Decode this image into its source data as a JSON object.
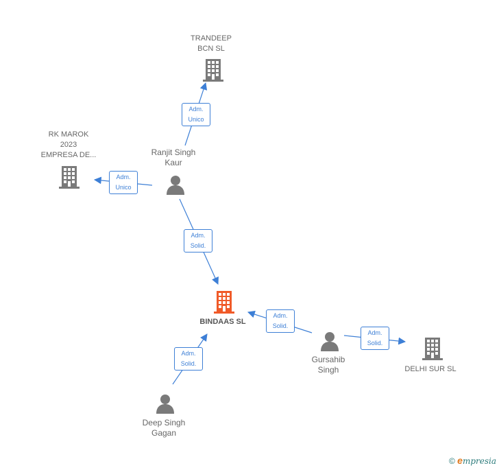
{
  "colors": {
    "edge": "#3d7fd6",
    "company": "#7a7a7a",
    "company_main": "#f05a28",
    "person": "#7a7a7a",
    "text": "#666666"
  },
  "nodes": {
    "trandeep": {
      "label": "TRANDEEP\nBCN  SL",
      "kind": "company",
      "icon": "building-icon"
    },
    "rkmarok": {
      "label": "RK MAROK\n2023\nEMPRESA DE...",
      "kind": "company",
      "icon": "building-icon"
    },
    "ranjit": {
      "label": "Ranjit Singh\nKaur",
      "kind": "person",
      "icon": "person-icon"
    },
    "bindaas": {
      "label": "BINDAAS  SL",
      "kind": "company_main",
      "icon": "building-icon"
    },
    "gursahib": {
      "label": "Gursahib\nSingh",
      "kind": "person",
      "icon": "person-icon"
    },
    "delhi": {
      "label": "DELHI SUR  SL",
      "kind": "company",
      "icon": "building-icon"
    },
    "deep": {
      "label": "Deep Singh\nGagan",
      "kind": "person",
      "icon": "person-icon"
    }
  },
  "edges": [
    {
      "from": "ranjit",
      "to": "trandeep",
      "label": "Adm.\nUnico"
    },
    {
      "from": "ranjit",
      "to": "rkmarok",
      "label": "Adm.\nUnico"
    },
    {
      "from": "ranjit",
      "to": "bindaas",
      "label": "Adm.\nSolid."
    },
    {
      "from": "gursahib",
      "to": "bindaas",
      "label": "Adm.\nSolid."
    },
    {
      "from": "gursahib",
      "to": "delhi",
      "label": "Adm.\nSolid."
    },
    {
      "from": "deep",
      "to": "bindaas",
      "label": "Adm.\nSolid."
    }
  ],
  "footer": {
    "copyright": "©",
    "brand_initial": "e",
    "brand_rest": "mpresia"
  }
}
